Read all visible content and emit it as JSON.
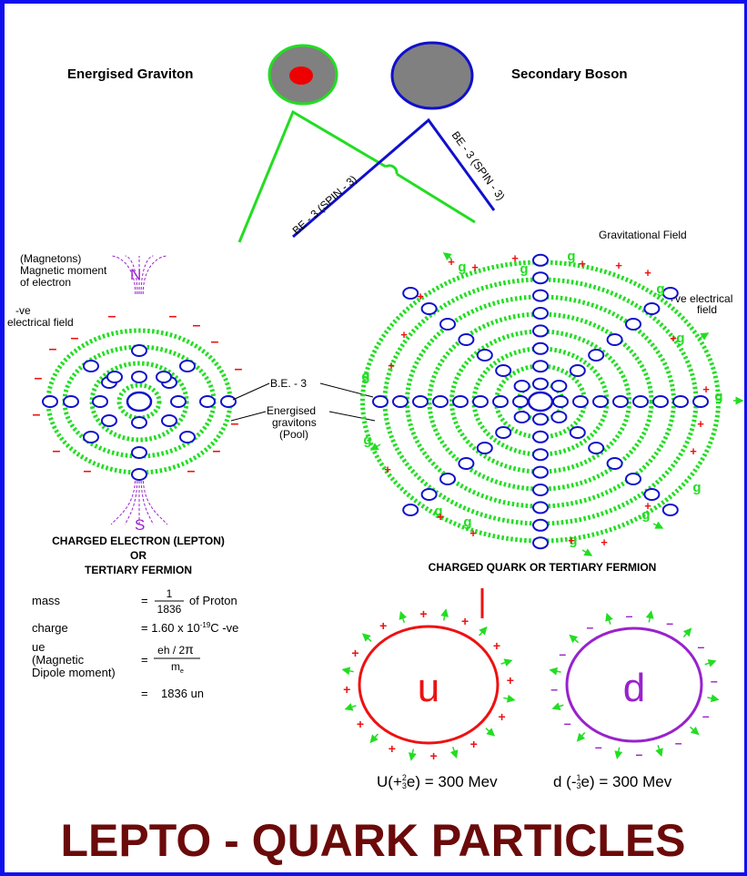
{
  "title": "LEPTO - QUARK PARTICLES",
  "top": {
    "graviton_label": "Energised Graviton",
    "boson_label": "Secondary Boson",
    "be_label_left": "BE - 3 (SPIN - 3)",
    "be_label_right": "BE - 3 (SPIN - 3)"
  },
  "electron": {
    "magnetons_1": "(Magnetons)",
    "magnetons_2": "Magnetic moment",
    "magnetons_3": "of electron",
    "north": "N",
    "south": "S",
    "ve_field_1": "-ve",
    "ve_field_2": "electrical field",
    "caption_1": "CHARGED ELECTRON (LEPTON)",
    "caption_2": "OR",
    "caption_3": "TERTIARY FERMION",
    "minus": "–"
  },
  "middle_labels": {
    "be3": "B.E. - 3",
    "energised_1": "Energised",
    "energised_2": "gravitons",
    "energised_3": "(Pool)"
  },
  "quark": {
    "grav_field": "Gravitational Field",
    "g": "g",
    "plus": "+",
    "pos_field_1": "+ve electrical",
    "pos_field_2": "field",
    "caption": "CHARGED QUARK OR TERTIARY FERMION"
  },
  "properties": {
    "mass_label": "mass",
    "mass_eq": "=",
    "mass_num": "1",
    "mass_den": "1836",
    "mass_suffix": "of Proton",
    "charge_label": "charge",
    "charge_value": "= 1.60 x 10",
    "charge_exp": "-19",
    "charge_suffix": "C -ve",
    "ue_1": "ue",
    "ue_2": "(Magnetic",
    "ue_3": "Dipole moment)",
    "ue_eq": "=",
    "ue_num": "eh / 2",
    "ue_pi": "π",
    "ue_den": "m",
    "ue_den_sub": "e",
    "ue_result": "=    1836 un"
  },
  "up_quark": {
    "symbol": "u",
    "formula_pre": "U(+",
    "frac_num": "2",
    "frac_den": "3",
    "formula_post": "e) = 300 Mev",
    "sign": "+"
  },
  "down_quark": {
    "symbol": "d",
    "formula_pre": "d (-",
    "frac_num": "1",
    "frac_den": "3",
    "formula_post": "e) = 300 Mev",
    "sign": "–"
  },
  "colors": {
    "border": "#1010ee",
    "blue": "#1010cc",
    "green": "#22dd22",
    "red": "#ee1111",
    "purple": "#9922cc",
    "title": "#6b0a0a",
    "grey": "#808080"
  }
}
